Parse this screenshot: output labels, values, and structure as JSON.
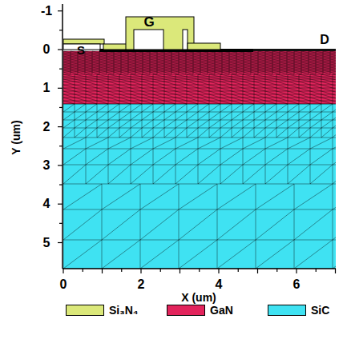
{
  "diagram": {
    "labels": [
      "-1",
      "0",
      "1",
      "2",
      "3",
      "4",
      "5",
      "0",
      "2",
      "4",
      "6",
      "Y (um)",
      "X (um)",
      "S",
      "G",
      "D"
    ],
    "legend": [
      {
        "text": "Si₃N₄",
        "color": "#dbe87a"
      },
      {
        "text": "GaN",
        "color": "#e2245c"
      },
      {
        "text": "SiC",
        "color": "#3fe2f2"
      }
    ]
  }
}
